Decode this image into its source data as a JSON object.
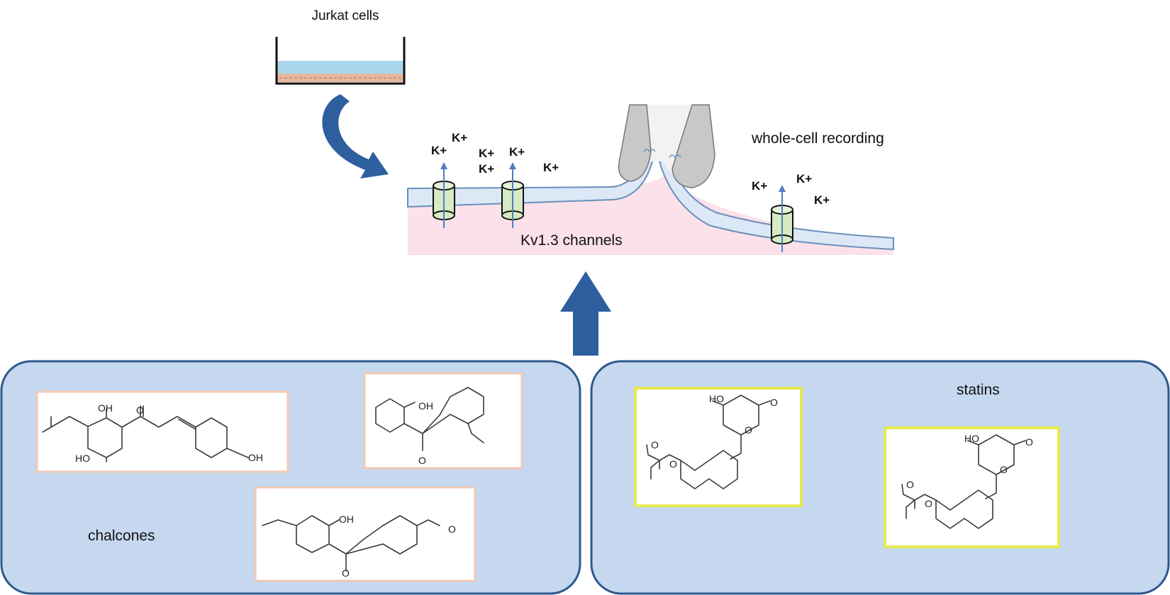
{
  "top": {
    "dish_label": "Jurkat cells",
    "recording_label": "whole-cell recording",
    "channels_label": "Kv1.3 channels",
    "ion_label": "K+"
  },
  "panels": {
    "left_title": "chalcones",
    "right_title": "statins"
  },
  "atoms": {
    "oh": "OH",
    "ho": "HO",
    "o": "O"
  },
  "colors": {
    "panel_fill": "#c5d8ef",
    "panel_stroke": "#2f5a8c",
    "arrow_blue": "#2e5f9e",
    "membrane_fill": "#dce8f6",
    "membrane_stroke": "#6a8fbd",
    "cytoplasm": "#fbe1e9",
    "channel_fill": "#d6ebc4",
    "chalcone_frame": "#f0c8b4",
    "statin_frame": "#e6ea50",
    "pipette": "#c8c8c8",
    "dish_liquid": "#a9d6ea",
    "dish_cells": "#e5b9a0"
  }
}
